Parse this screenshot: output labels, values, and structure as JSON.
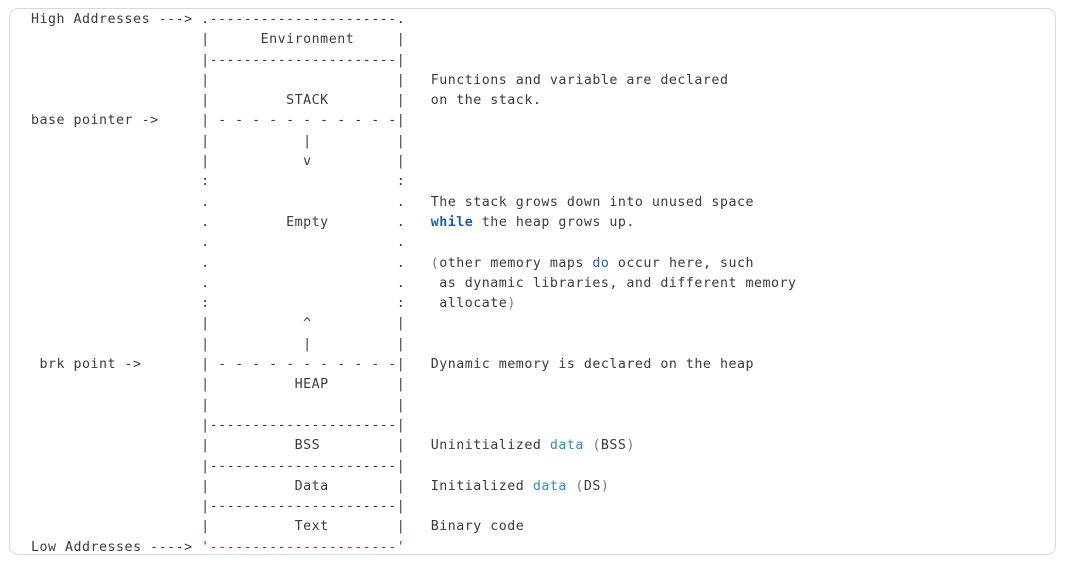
{
  "colors": {
    "text": "#3b3b3b",
    "keyword": "#1d5fa8",
    "type": "#2a94b3",
    "string": "#c0174b",
    "border": "#d8d8d8"
  },
  "lines": [
    [
      {
        "t": "High Addresses ---> .----------------------.",
        "c": ""
      }
    ],
    [
      {
        "t": "                    |      Environment     |",
        "c": ""
      }
    ],
    [
      {
        "t": "                    |----------------------|",
        "c": ""
      }
    ],
    [
      {
        "t": "                    |                      |   Functions and variable are declared",
        "c": ""
      }
    ],
    [
      {
        "t": "                    |         STACK        |   on the stack.",
        "c": ""
      }
    ],
    [
      {
        "t": "base pointer ->     | - - - - - - - - - - -|",
        "c": ""
      }
    ],
    [
      {
        "t": "                    |           |          |",
        "c": ""
      }
    ],
    [
      {
        "t": "                    |           v          |",
        "c": ""
      }
    ],
    [
      {
        "t": "                    :                      :",
        "c": ""
      }
    ],
    [
      {
        "t": "                    .                      .   The stack grows down into unused space",
        "c": ""
      }
    ],
    [
      {
        "t": "                    .         Empty        .   ",
        "c": ""
      },
      {
        "t": "while",
        "c": "kw"
      },
      {
        "t": " the heap grows up.",
        "c": ""
      }
    ],
    [
      {
        "t": "                    .                      .",
        "c": ""
      }
    ],
    [
      {
        "t": "                    .                      .   ",
        "c": ""
      },
      {
        "t": "(",
        "c": "paren"
      },
      {
        "t": "other memory maps ",
        "c": ""
      },
      {
        "t": "do",
        "c": "kw2"
      },
      {
        "t": " occur here, such",
        "c": ""
      }
    ],
    [
      {
        "t": "                    .                      .    as dynamic libraries, and different memory",
        "c": ""
      }
    ],
    [
      {
        "t": "                    :                      :    allocate",
        "c": ""
      },
      {
        "t": ")",
        "c": "paren"
      }
    ],
    [
      {
        "t": "                    |           ^          |",
        "c": ""
      }
    ],
    [
      {
        "t": "                    |           |          |",
        "c": ""
      }
    ],
    [
      {
        "t": " brk point ->       | - - - - - - - - - - -|   Dynamic memory is declared on the heap",
        "c": ""
      }
    ],
    [
      {
        "t": "                    |          HEAP        |",
        "c": ""
      }
    ],
    [
      {
        "t": "                    |                      |",
        "c": ""
      }
    ],
    [
      {
        "t": "                    |----------------------|",
        "c": ""
      }
    ],
    [
      {
        "t": "                    |          BSS         |   Uninitialized ",
        "c": ""
      },
      {
        "t": "data",
        "c": "ty"
      },
      {
        "t": " ",
        "c": ""
      },
      {
        "t": "(",
        "c": "paren"
      },
      {
        "t": "BSS",
        "c": ""
      },
      {
        "t": ")",
        "c": "paren"
      }
    ],
    [
      {
        "t": "                    |----------------------|",
        "c": ""
      }
    ],
    [
      {
        "t": "                    |          Data        |   Initialized ",
        "c": ""
      },
      {
        "t": "data",
        "c": "ty"
      },
      {
        "t": " ",
        "c": ""
      },
      {
        "t": "(",
        "c": "paren"
      },
      {
        "t": "DS",
        "c": ""
      },
      {
        "t": ")",
        "c": "paren"
      }
    ],
    [
      {
        "t": "                    |----------------------|",
        "c": ""
      }
    ],
    [
      {
        "t": "                    |          Text        |   Binary code",
        "c": ""
      }
    ],
    [
      {
        "t": "Low Addresses ----> ",
        "c": ""
      },
      {
        "t": "'----------------------'",
        "c": "str"
      }
    ]
  ]
}
